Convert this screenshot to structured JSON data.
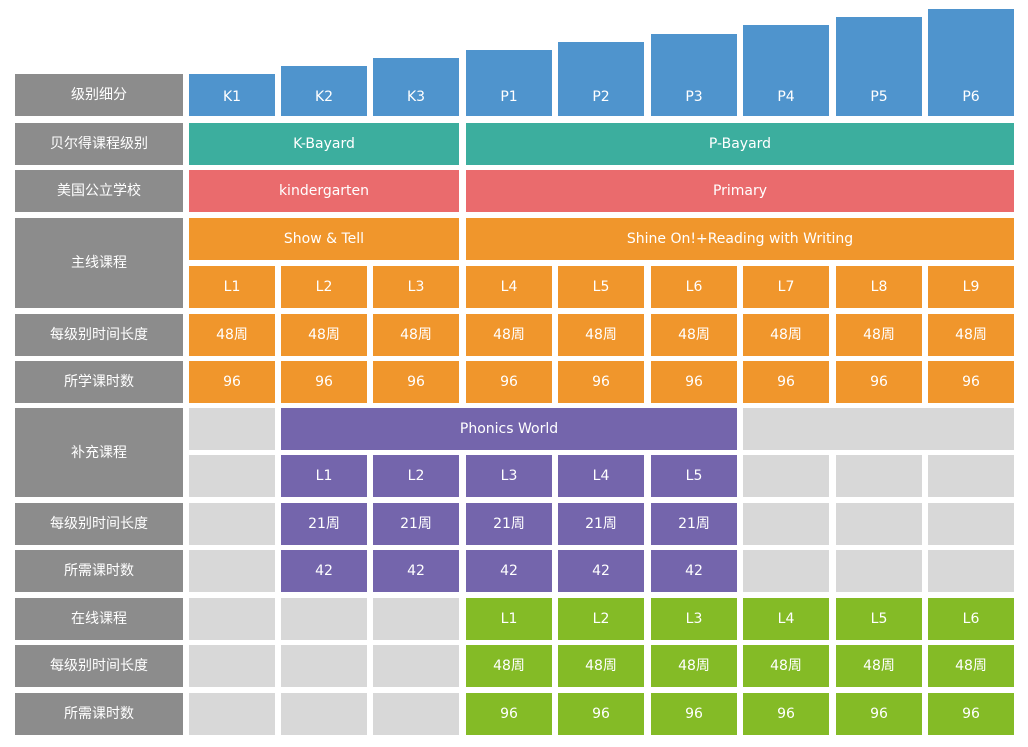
{
  "header": {
    "label": "级别细分",
    "levels": [
      "K1",
      "K2",
      "K3",
      "P1",
      "P2",
      "P3",
      "P4",
      "P5",
      "P6"
    ]
  },
  "bayard": {
    "label": "贝尔得课程级别",
    "k": "K-Bayard",
    "p": "P-Bayard"
  },
  "us_school": {
    "label": "美国公立学校",
    "k": "kindergarten",
    "p": "Primary"
  },
  "main_course": {
    "label": "主线课程",
    "k_course": "Show & Tell",
    "p_course": "Shine On!+Reading with Writing",
    "levels": [
      "L1",
      "L2",
      "L3",
      "L4",
      "L5",
      "L6",
      "L7",
      "L8",
      "L9"
    ],
    "duration_label": "每级别时间长度",
    "durations": [
      "48周",
      "48周",
      "48周",
      "48周",
      "48周",
      "48周",
      "48周",
      "48周",
      "48周"
    ],
    "hours_label": "所学课时数",
    "hours": [
      "96",
      "96",
      "96",
      "96",
      "96",
      "96",
      "96",
      "96",
      "96"
    ]
  },
  "supplement": {
    "label": "补充课程",
    "course": "Phonics World",
    "levels": [
      "L1",
      "L2",
      "L3",
      "L4",
      "L5"
    ],
    "duration_label": "每级别时间长度",
    "durations": [
      "21周",
      "21周",
      "21周",
      "21周",
      "21周"
    ],
    "hours_label": "所需课时数",
    "hours": [
      "42",
      "42",
      "42",
      "42",
      "42"
    ]
  },
  "online": {
    "label": "在线课程",
    "levels": [
      "L1",
      "L2",
      "L3",
      "L4",
      "L5",
      "L6"
    ],
    "duration_label": "每级别时间长度",
    "durations": [
      "48周",
      "48周",
      "48周",
      "48周",
      "48周",
      "48周"
    ],
    "hours_label": "所需课时数",
    "hours": [
      "96",
      "96",
      "96",
      "96",
      "96",
      "96"
    ]
  }
}
